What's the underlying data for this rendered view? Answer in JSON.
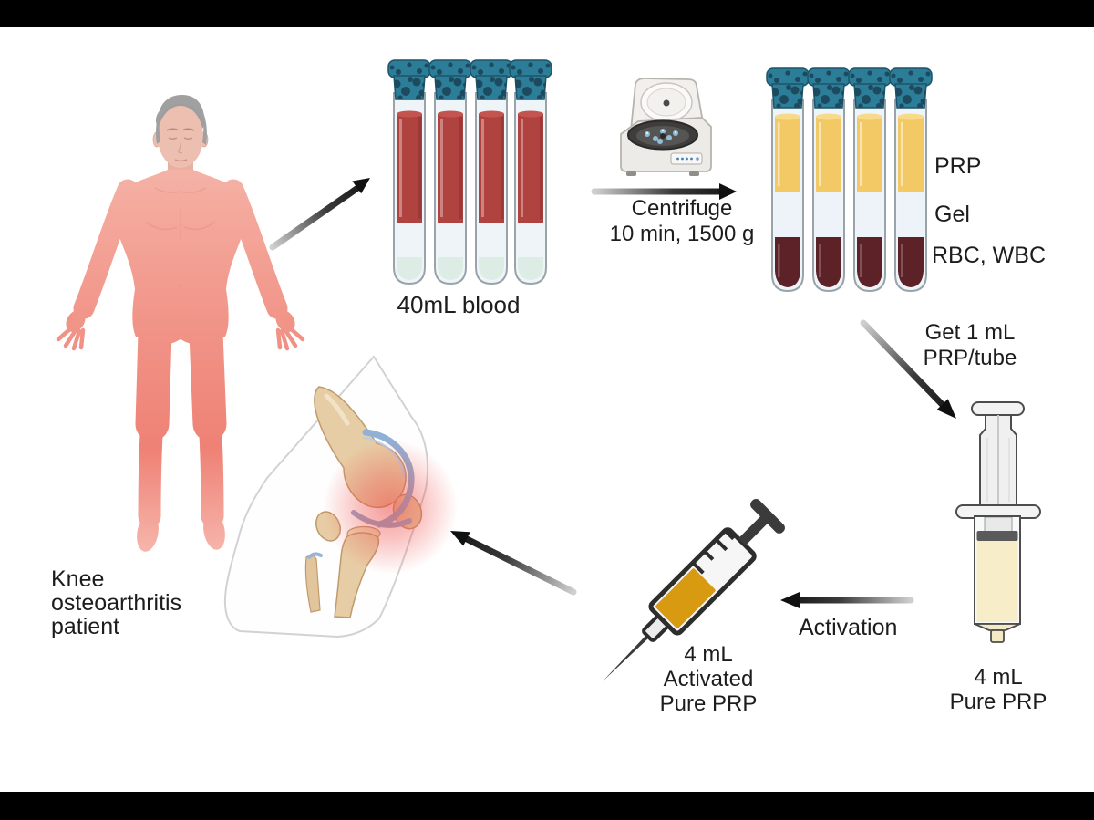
{
  "scene": {
    "background": "#ffffff",
    "letterbox": "#000000"
  },
  "patient": {
    "lines": [
      "Knee",
      "osteoarthritis",
      "patient"
    ]
  },
  "blood_tubes": {
    "label": "40mL blood",
    "count": 4
  },
  "centrifuge": {
    "line1": "Centrifuge",
    "line2": "10 min, 1500 g"
  },
  "separated_tubes": {
    "count": 4,
    "layers": [
      {
        "name": "PRP"
      },
      {
        "name": "Gel"
      },
      {
        "name": "RBC, WBC"
      }
    ]
  },
  "extraction": {
    "line1": "Get 1 mL",
    "line2": "PRP/tube"
  },
  "pure_prp": {
    "lines": [
      "4 mL",
      "Pure PRP"
    ]
  },
  "activation": {
    "label": "Activation"
  },
  "activated_prp": {
    "lines": [
      "4 mL",
      "Activated",
      "Pure PRP"
    ]
  },
  "colors": {
    "blood": "#b04240",
    "prp_yellow": "#f2c964",
    "gel_white": "#eef3fa",
    "rbc_dark": "#5d2227",
    "cap_teal": "#2c7d97",
    "cap_spots": "#1d4a5e",
    "pure_prp_liquid": "#f7edc8",
    "activated_prp_liquid": "#d79a10",
    "text": "#1d1d1d"
  }
}
